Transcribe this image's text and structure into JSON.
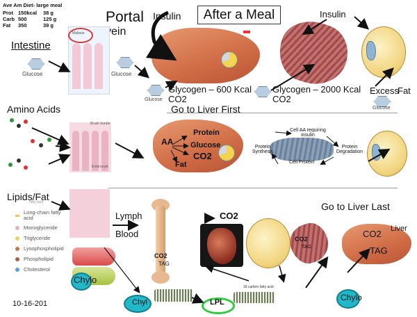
{
  "diet": {
    "title": "Ave Am Diet- large meal",
    "rows": [
      {
        "name": "Prot",
        "kcal": "150kcal",
        "grams": "38 g"
      },
      {
        "name": "Carb",
        "kcal": "500",
        "grams": "125 g"
      },
      {
        "name": "Fat",
        "kcal": "350",
        "grams": "39 g"
      }
    ]
  },
  "header": {
    "portal": "Portal",
    "vein": "vein",
    "insulin_left": "Insulin",
    "title": "After a Meal",
    "insulin_right": "Insulin"
  },
  "carb_row": {
    "intestine": "Intestine",
    "glucose_1": "Glucose",
    "glucose_2": "Glucose",
    "glucose_3": "Glucose",
    "glycogen_liver": "Glycogen – 600 Kcal",
    "co2_1": "CO2",
    "glycogen_muscle": "Glycogen – 2000 Kcal",
    "co2_2": "CO2",
    "excess": "Excess",
    "fat": "Fat",
    "glucose_4": "Glucose",
    "maltase": "Maltase"
  },
  "protein_row": {
    "amino_acids": "Amino Acids",
    "go_liver_first": "Go to Liver First",
    "brush_border": "Brush border",
    "enterocyte": "Enterocyte",
    "protein": "Protein",
    "aa": "AA",
    "glucose": "Glucose",
    "co2": "CO2",
    "fat": "Fat",
    "protein_synthesis": "Protein Synthesis",
    "cell_aa": "Cell AA requiring insulin",
    "protein_degradation": "Protein Degradation",
    "cell_protein": "Cell Protein"
  },
  "lipid_row": {
    "lipids_fat": "Lipids/Fat",
    "fatty_acid": "fatty acid",
    "legend": [
      {
        "label": "Long-chain fatty acid",
        "color": "#f0c848"
      },
      {
        "label": "Monoglyceride",
        "color": "#e8b0c8"
      },
      {
        "label": "Triglyceride",
        "color": "#f0d060"
      },
      {
        "label": "Lysophospholipid",
        "color": "#c87848"
      },
      {
        "label": "Phospholipid",
        "color": "#b06040"
      },
      {
        "label": "Cholesterol",
        "color": "#5aa0d8"
      }
    ],
    "lymph": "Lymph",
    "blood": "Blood",
    "go_liver_last": "Go to Liver Last",
    "co2_bone": "CO2",
    "tag_bone": "TAG",
    "co2_heart": "CO2",
    "co2_muscle": "CO2",
    "tag_muscle": "TAG",
    "liver": "Liver",
    "co2_liver": "CO2",
    "tag_liver": "TAG",
    "chylo_1": "Chylo",
    "chyl": "Chyl",
    "lpl": "LPL",
    "chylo_2": "Chylo",
    "fatty_acid_label": "18 carbon fatty acid",
    "date": "10-16-201"
  }
}
